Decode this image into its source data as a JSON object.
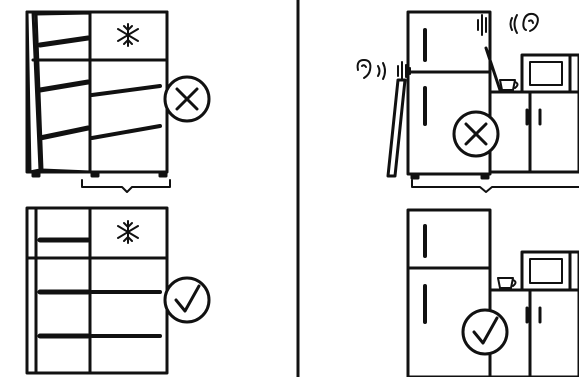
{
  "panels": [
    {
      "id": "left-top",
      "status": "incorrect",
      "status_icon": "cross-in-circle-icon",
      "subject": "fridge-doors-sagging"
    },
    {
      "id": "left-bottom",
      "status": "correct",
      "status_icon": "check-in-circle-icon",
      "subject": "fridge-doors-level"
    },
    {
      "id": "right-top",
      "status": "incorrect",
      "status_icon": "cross-in-circle-icon",
      "subject": "fridge-door-noise-against-cabinet"
    },
    {
      "id": "right-bottom",
      "status": "correct",
      "status_icon": "check-in-circle-icon",
      "subject": "fridge-clearance-ok"
    }
  ],
  "icons": [
    "snowflake-icon",
    "ear-icon",
    "sound-wave-icon",
    "microwave-icon",
    "cup-icon",
    "bracket-icon",
    "divider-line"
  ],
  "colors": {
    "ink": "#111111",
    "background": "#ffffff"
  }
}
